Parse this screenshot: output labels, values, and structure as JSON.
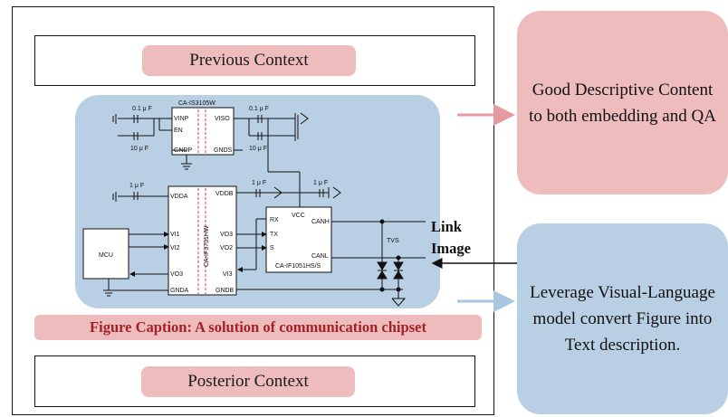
{
  "prev_context": "Previous Context",
  "posterior_context": "Posterior Context",
  "caption": "Figure Caption: A solution of communication chipset",
  "link_label": [
    "Link",
    "Image"
  ],
  "right_top_text": "Good Descriptive Content to both embedding and QA",
  "right_bottom_text": "Leverage Visual-Language model convert Figure into Text description.",
  "colors": {
    "pink": "#eebcbc",
    "blue": "#b9cfe3",
    "caption_red": "#a42226",
    "arrow_pink": "#e59aa0",
    "arrow_blue": "#a9c6e0"
  },
  "figure": {
    "chip_top": {
      "name": "CA-IS3105W",
      "pins_left": [
        "VINP",
        "EN",
        "GNDP"
      ],
      "pins_right": [
        "VISO",
        "GNDS"
      ]
    },
    "chip_mid": {
      "name": "CA-IF3731HW",
      "pins_left": [
        "VDDA",
        "VI1",
        "VI2",
        "VO3",
        "GNDA"
      ],
      "pins_right": [
        "VDDB",
        "VO3",
        "VO2",
        "VI3",
        "GNDB"
      ]
    },
    "can": {
      "name": "CA-IF1051HS/S",
      "pins": [
        "VCC",
        "RX",
        "TX",
        "S",
        "CANH",
        "CANL"
      ]
    },
    "mcu": "MCU",
    "tvs": "TVS",
    "caps": [
      "0.1 μ F",
      "10 μ F",
      "0.1 μ F",
      "10 μ F",
      "1 μ F",
      "1 μ F",
      "1 μ F"
    ]
  }
}
